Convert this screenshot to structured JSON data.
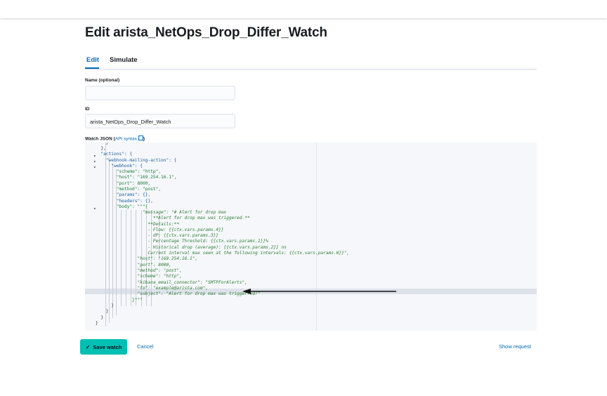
{
  "page": {
    "title": "Edit arista_NetOps_Drop_Differ_Watch"
  },
  "tabs": [
    {
      "label": "Edit",
      "active": true
    },
    {
      "label": "Simulate",
      "active": false
    }
  ],
  "form": {
    "name_label": "Name (optional)",
    "name_value": "",
    "id_label": "ID",
    "id_value": "arista_NetOps_Drop_Differ_Watch",
    "json_label": "Watch JSON (",
    "json_link": "API syntax",
    "json_label_end": ")"
  },
  "editor": {
    "lines": [
      "        }",
      "      },",
      "      \"actions\": {",
      "        \"webhook-mailing-action\": {",
      "          \"webhook\": {",
      "            \"scheme\": \"http\",",
      "            \"host\": \"169.254.16.1\",",
      "            \"port\": 8000,",
      "            \"method\": \"post\",",
      "            \"params\": {},",
      "            \"headers\": {},",
      "            \"body\": \"\"\"{",
      "                      \"message\": \"# Alert for drop max",
      "                          **Alert for drop max was triggered.**",
      "                        **Details:**",
      "                        - Flow: {{ctx.vars.params.4}}",
      "                        - dP: {{ctx.vars.params.3}}",
      "                        - Percentage Threshold: {{ctx.vars.params.1}}%",
      "                        - Historical drop (average): {{ctx.vars.params.2}} ns",
      "                        Current interval max seen at the following intervals: {{ctx.vars.params.0}}\",",
      "                    \"host\": \"169.254.16.1\",",
      "                    \"port\": 8000,",
      "                    \"method\": \"post\",",
      "                    \"scheme\": \"http\",",
      "                    \"kibana_email_connector\": \"SMTPForAlerts\",",
      "                    \"to\": \"example@arista.com\",",
      "                    \"subject\": \"Alert for drop max was triggerred!\"",
      "                  }\"\"\"",
      "          }",
      "        }",
      "      }",
      "    }"
    ]
  },
  "buttons": {
    "save": "Save watch",
    "cancel": "Cancel",
    "show_request": "Show request"
  },
  "colors": {
    "primary": "#00bfb3",
    "link": "#006bb8",
    "editor_bg": "#f5f7fa"
  }
}
